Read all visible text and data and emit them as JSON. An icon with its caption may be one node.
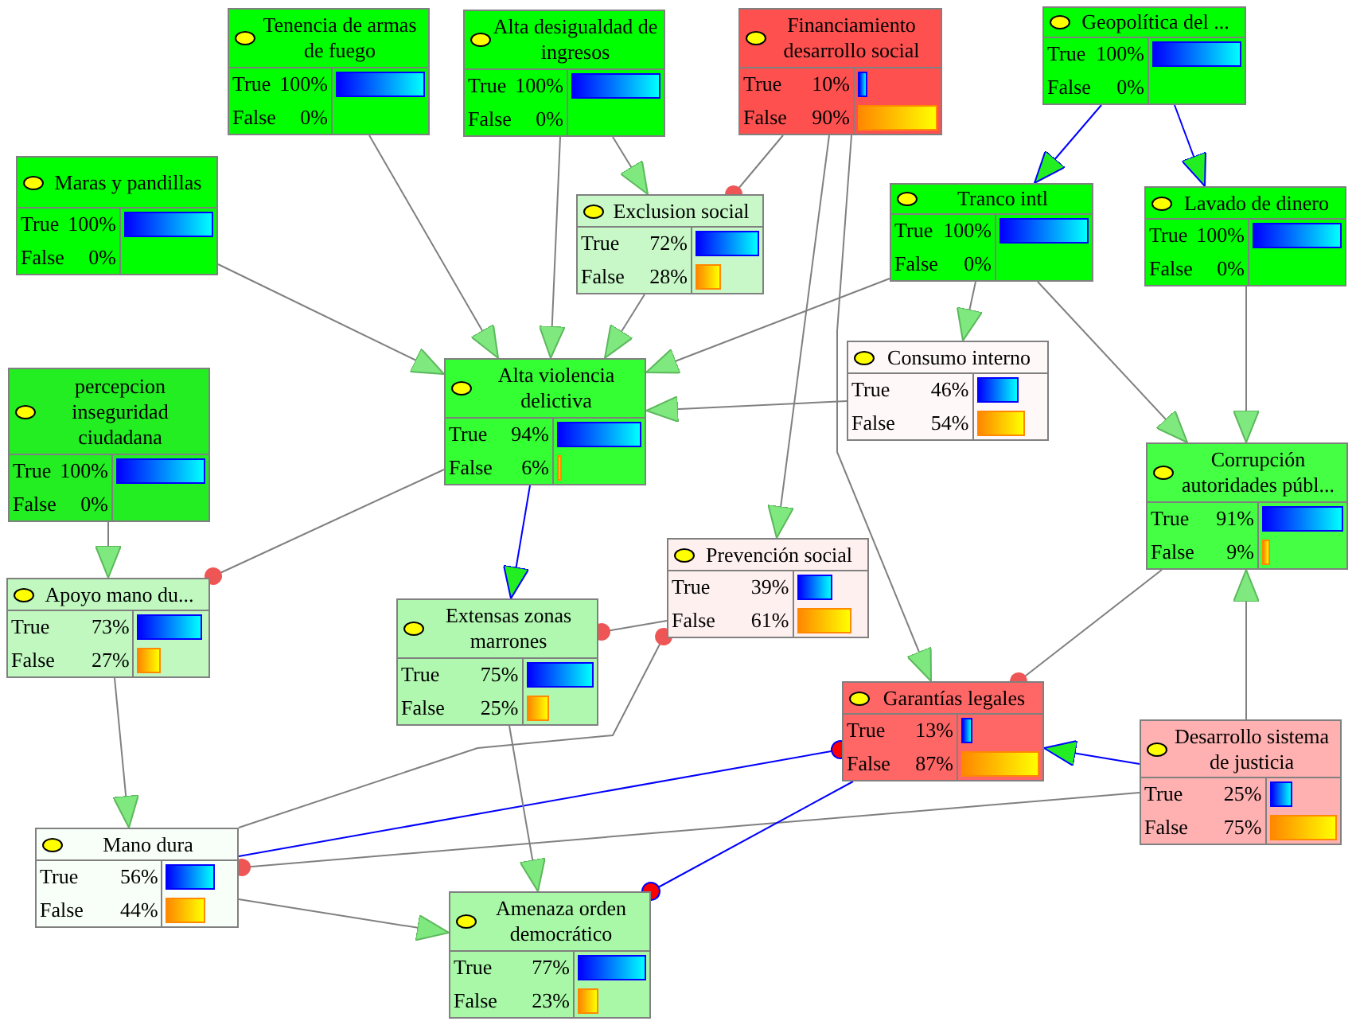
{
  "diagram": {
    "nodes": [
      {
        "text": [
          "Tenencia de armas de fuego",
          "True",
          "100%",
          "False",
          "0%"
        ]
      },
      {
        "text": [
          "Alta desigualdad de ingresos",
          "True",
          "100%",
          "False",
          "0%"
        ]
      },
      {
        "text": [
          "Financiamiento desarrollo social",
          "True",
          "10%",
          "False",
          "90%"
        ]
      },
      {
        "text": [
          "Geopolítica del ...",
          "True",
          "100%",
          "False",
          "0%"
        ]
      },
      {
        "text": [
          "Maras y pandillas",
          "True",
          "100%",
          "False",
          "0%"
        ]
      },
      {
        "text": [
          "Exclusion social",
          "True",
          "72%",
          "False",
          "28%"
        ]
      },
      {
        "text": [
          "Tranco intl",
          "True",
          "100%",
          "False",
          "0%"
        ]
      },
      {
        "text": [
          "Lavado de dinero",
          "True",
          "100%",
          "False",
          "0%"
        ]
      },
      {
        "text": [
          "Alta violencia delictiva",
          "True",
          "94%",
          "False",
          "6%"
        ]
      },
      {
        "text": [
          "Consumo interno",
          "True",
          "46%",
          "False",
          "54%"
        ]
      },
      {
        "text": [
          "percepcion inseguridad ciudadana",
          "True",
          "100%",
          "False",
          "0%"
        ]
      },
      {
        "text": [
          "Corrupción autoridades públ...",
          "True",
          "91%",
          "False",
          "9%"
        ]
      },
      {
        "text": [
          "Apoyo mano du...",
          "True",
          "73%",
          "False",
          "27%"
        ]
      },
      {
        "text": [
          "Prevención social",
          "True",
          "39%",
          "False",
          "61%"
        ]
      },
      {
        "text": [
          "Extensas zonas marrones",
          "True",
          "75%",
          "False",
          "25%"
        ]
      },
      {
        "text": [
          "Garantías legales",
          "True",
          "13%",
          "False",
          "87%"
        ]
      },
      {
        "text": [
          "Desarrollo sistema de justicia",
          "True",
          "25%",
          "False",
          "75%"
        ]
      },
      {
        "text": [
          "Mano dura",
          "True",
          "56%",
          "False",
          "44%"
        ]
      },
      {
        "text": [
          "Amenaza orden democrático",
          "True",
          "77%",
          "False",
          "23%"
        ]
      }
    ],
    "edges": [
      {
        "from": 0,
        "to": 8,
        "arrow": "to"
      },
      {
        "from": 1,
        "to": 8,
        "arrow": "to"
      },
      {
        "from": 5,
        "to": 8,
        "arrow": "to"
      },
      {
        "from": 4,
        "to": 8,
        "arrow": "to"
      },
      {
        "from": 1,
        "to": 5,
        "arrow": "to"
      },
      {
        "from": 2,
        "to": 5,
        "arrow": "other"
      },
      {
        "from": 2,
        "to": 13,
        "arrow": "to"
      },
      {
        "from": 2,
        "to": 15,
        "arrow": "to"
      },
      {
        "from": 3,
        "to": 6,
        "arrow": "to",
        "color": "#0000ff"
      },
      {
        "from": 3,
        "to": 7,
        "arrow": "to",
        "color": "#0000ff"
      },
      {
        "from": 6,
        "to": 8,
        "arrow": "to"
      },
      {
        "from": 9,
        "to": 8,
        "arrow": "to"
      },
      {
        "from": 6,
        "to": 9,
        "arrow": "to"
      },
      {
        "from": 6,
        "to": 11,
        "arrow": "to"
      },
      {
        "from": 7,
        "to": 11,
        "arrow": "to"
      },
      {
        "from": 8,
        "to": 12,
        "arrow": "other"
      },
      {
        "from": 8,
        "to": 14,
        "arrow": "to",
        "color": "#0000ff"
      },
      {
        "from": 10,
        "to": 12,
        "arrow": "to"
      },
      {
        "from": 11,
        "to": 15,
        "arrow": "other"
      },
      {
        "from": 16,
        "to": 11,
        "arrow": "to"
      },
      {
        "from": 16,
        "to": 15,
        "arrow": "to",
        "color": "#0000ff"
      },
      {
        "from": 16,
        "to": 17,
        "arrow": "other"
      },
      {
        "from": 17,
        "to": 15,
        "arrow": "other",
        "color": "#0000ff"
      },
      {
        "from": 15,
        "to": 18,
        "arrow": "other",
        "color": "#0000ff"
      },
      {
        "from": 13,
        "to": 14,
        "arrow": "other"
      },
      {
        "from": 17,
        "to": 13,
        "arrow": "other"
      },
      {
        "from": 14,
        "to": 18,
        "arrow": "to"
      },
      {
        "from": 12,
        "to": 17,
        "arrow": "to"
      },
      {
        "from": 17,
        "to": 18,
        "arrow": "to"
      }
    ]
  }
}
